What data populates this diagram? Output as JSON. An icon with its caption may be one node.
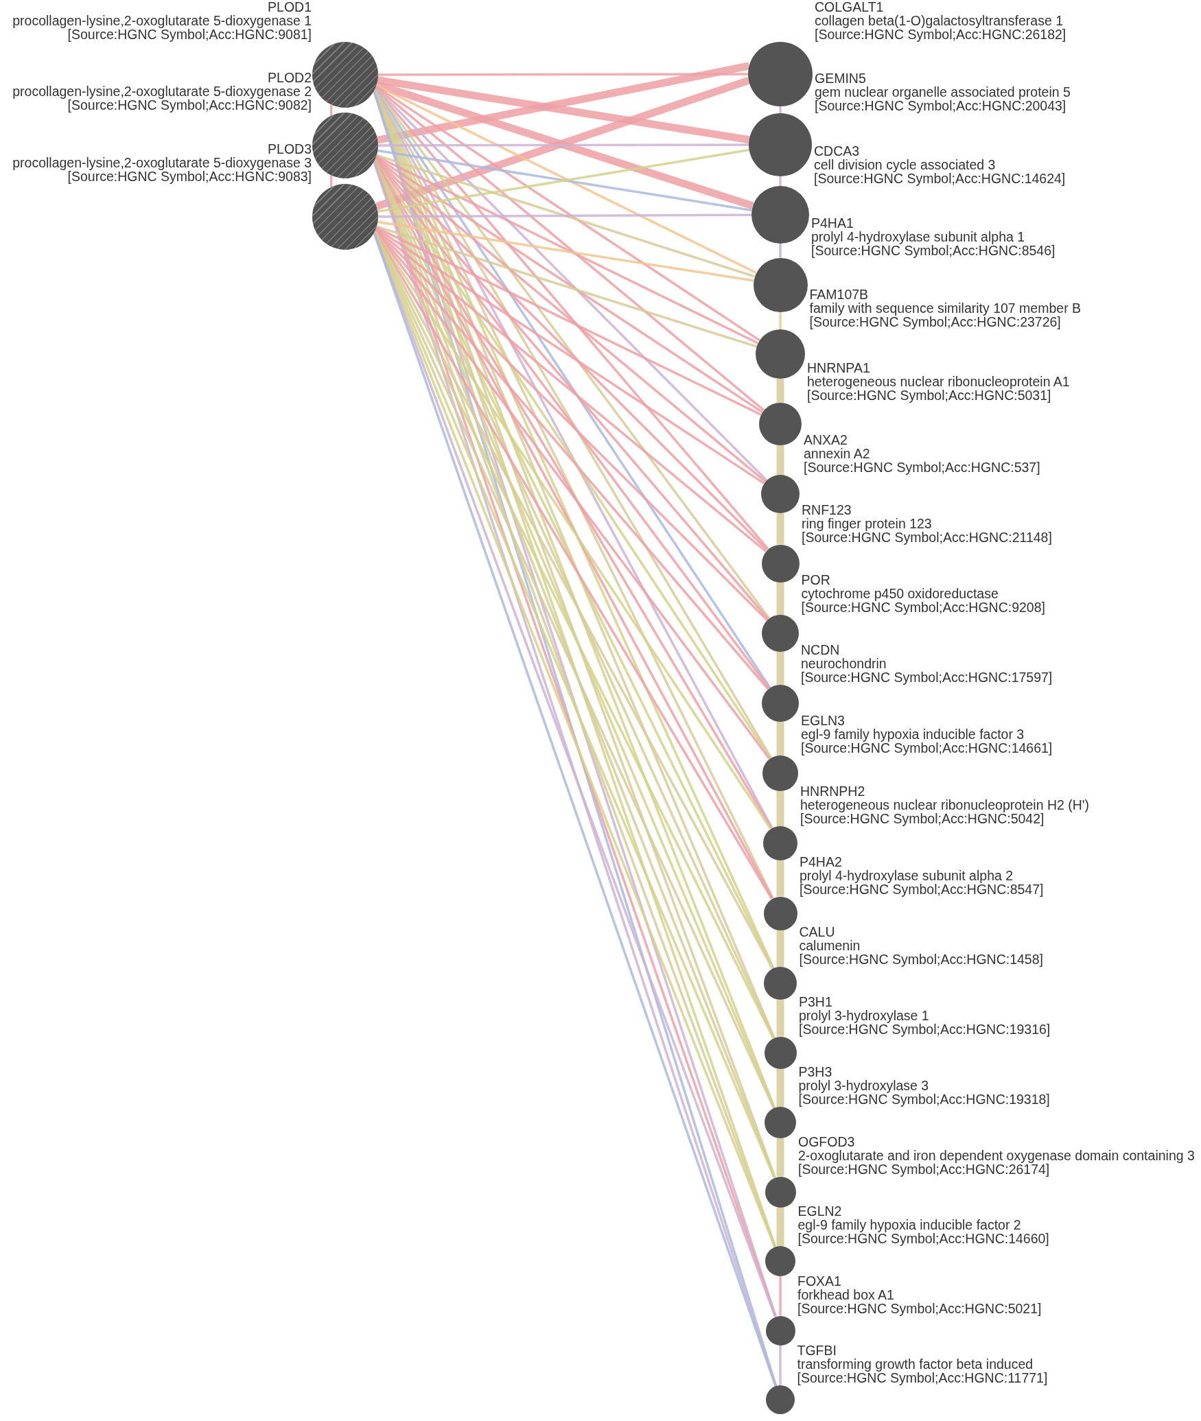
{
  "diagram": {
    "nodes": [
      {
        "text": [
          "PLOD1",
          "procollagen-lysine,2-oxoglutarate 5-dioxygenase 1",
          "[Source:HGNC Symbol;Acc:HGNC:9081]"
        ]
      },
      {
        "text": [
          "PLOD2",
          "procollagen-lysine,2-oxoglutarate 5-dioxygenase 2",
          "[Source:HGNC Symbol;Acc:HGNC:9082]"
        ]
      },
      {
        "text": [
          "PLOD3",
          "procollagen-lysine,2-oxoglutarate 5-dioxygenase 3",
          "[Source:HGNC Symbol;Acc:HGNC:9083]"
        ]
      },
      {
        "text": [
          "COLGALT1",
          "collagen beta(1-O)galactosyltransferase 1",
          "[Source:HGNC Symbol;Acc:HGNC:26182]"
        ]
      },
      {
        "text": [
          "GEMIN5",
          "gem nuclear organelle associated protein 5",
          "[Source:HGNC Symbol;Acc:HGNC:20043]"
        ]
      },
      {
        "text": [
          "CDCA3",
          "cell division cycle associated 3",
          "[Source:HGNC Symbol;Acc:HGNC:14624]"
        ]
      },
      {
        "text": [
          "P4HA1",
          "prolyl 4-hydroxylase subunit alpha 1",
          "[Source:HGNC Symbol;Acc:HGNC:8546]"
        ]
      },
      {
        "text": [
          "FAM107B",
          "family with sequence similarity 107 member B",
          "[Source:HGNC Symbol;Acc:HGNC:23726]"
        ]
      },
      {
        "text": [
          "HNRNPA1",
          "heterogeneous nuclear ribonucleoprotein A1",
          "[Source:HGNC Symbol;Acc:HGNC:5031]"
        ]
      },
      {
        "text": [
          "ANXA2",
          "annexin A2",
          "[Source:HGNC Symbol;Acc:HGNC:537]"
        ]
      },
      {
        "text": [
          "RNF123",
          "ring finger protein 123",
          "[Source:HGNC Symbol;Acc:HGNC:21148]"
        ]
      },
      {
        "text": [
          "POR",
          "cytochrome p450 oxidoreductase",
          "[Source:HGNC Symbol;Acc:HGNC:9208]"
        ]
      },
      {
        "text": [
          "NCDN",
          "neurochondrin",
          "[Source:HGNC Symbol;Acc:HGNC:17597]"
        ]
      },
      {
        "text": [
          "EGLN3",
          "egl-9 family hypoxia inducible factor 3",
          "[Source:HGNC Symbol;Acc:HGNC:14661]"
        ]
      },
      {
        "text": [
          "HNRNPH2",
          "heterogeneous nuclear ribonucleoprotein H2 (H')",
          "[Source:HGNC Symbol;Acc:HGNC:5042]"
        ]
      },
      {
        "text": [
          "P4HA2",
          "prolyl 4-hydroxylase subunit alpha 2",
          "[Source:HGNC Symbol;Acc:HGNC:8547]"
        ]
      },
      {
        "text": [
          "CALU",
          "calumenin",
          "[Source:HGNC Symbol;Acc:HGNC:1458]"
        ]
      },
      {
        "text": [
          "P3H1",
          "prolyl 3-hydroxylase 1",
          "[Source:HGNC Symbol;Acc:HGNC:19316]"
        ]
      },
      {
        "text": [
          "P3H3",
          "prolyl 3-hydroxylase 3",
          "[Source:HGNC Symbol;Acc:HGNC:19318]"
        ]
      },
      {
        "text": [
          "OGFOD3",
          "2-oxoglutarate and iron dependent oxygenase domain containing 3",
          "[Source:HGNC Symbol;Acc:HGNC:26174]"
        ]
      },
      {
        "text": [
          "EGLN2",
          "egl-9 family hypoxia inducible factor 2",
          "[Source:HGNC Symbol;Acc:HGNC:14660]"
        ]
      },
      {
        "text": [
          "FOXA1",
          "forkhead box A1",
          "[Source:HGNC Symbol;Acc:HGNC:5021]"
        ]
      },
      {
        "text": [
          "TGFBI",
          "transforming growth factor beta induced",
          "[Source:HGNC Symbol;Acc:HGNC:11771]"
        ]
      }
    ],
    "edges": [
      {
        "from": 0,
        "to": 3,
        "arrow": "none"
      },
      {
        "from": 0,
        "to": 4,
        "arrow": "none",
        "style": "thick"
      },
      {
        "from": 0,
        "to": 5,
        "arrow": "none",
        "style": "thick"
      },
      {
        "from": 0,
        "to": 6,
        "arrow": "none",
        "color": "#f3c48f"
      },
      {
        "from": 0,
        "to": 7,
        "arrow": "none"
      },
      {
        "from": 0,
        "to": 8,
        "arrow": "none"
      },
      {
        "from": 0,
        "to": 9,
        "arrow": "none",
        "color": "#cdb3d4"
      },
      {
        "from": 0,
        "to": 10,
        "arrow": "none"
      },
      {
        "from": 0,
        "to": 11,
        "arrow": "none",
        "color": "#d6cb99"
      },
      {
        "from": 0,
        "to": 12,
        "arrow": "none",
        "color": "#aab8de"
      },
      {
        "from": 0,
        "to": 13,
        "arrow": "none",
        "color": "#d6cb99"
      },
      {
        "from": 0,
        "to": 14,
        "arrow": "none",
        "color": "#cdb3d4"
      },
      {
        "from": 0,
        "to": 15,
        "arrow": "none",
        "color": "#d6cb99"
      },
      {
        "from": 0,
        "to": 16,
        "arrow": "none",
        "color": "#d3d18c"
      },
      {
        "from": 0,
        "to": 17,
        "arrow": "none",
        "color": "#d6cb99"
      },
      {
        "from": 0,
        "to": 18,
        "arrow": "none",
        "color": "#d3d18c"
      },
      {
        "from": 0,
        "to": 19,
        "arrow": "none",
        "color": "#d6cb99"
      },
      {
        "from": 0,
        "to": 20,
        "arrow": "none",
        "color": "#d3d18c"
      },
      {
        "from": 0,
        "to": 21,
        "arrow": "none",
        "color": "#cdb3d4"
      },
      {
        "from": 0,
        "to": 22,
        "arrow": "none",
        "color": "#aab8de"
      },
      {
        "from": 1,
        "to": 3,
        "arrow": "none",
        "style": "thick"
      },
      {
        "from": 1,
        "to": 4,
        "arrow": "none",
        "color": "#cdb3d4"
      },
      {
        "from": 1,
        "to": 5,
        "arrow": "none",
        "color": "#aab8de"
      },
      {
        "from": 1,
        "to": 6,
        "arrow": "none",
        "color": "#d6cb99"
      },
      {
        "from": 1,
        "to": 7,
        "arrow": "none"
      },
      {
        "from": 1,
        "to": 8,
        "arrow": "none"
      },
      {
        "from": 1,
        "to": 9,
        "arrow": "none"
      },
      {
        "from": 1,
        "to": 10,
        "arrow": "none"
      },
      {
        "from": 1,
        "to": 11,
        "arrow": "none"
      },
      {
        "from": 1,
        "to": 12,
        "arrow": "none"
      },
      {
        "from": 1,
        "to": 13,
        "arrow": "none",
        "color": "#d3d18c"
      },
      {
        "from": 1,
        "to": 14,
        "arrow": "none"
      },
      {
        "from": 1,
        "to": 15,
        "arrow": "none"
      },
      {
        "from": 1,
        "to": 16,
        "arrow": "none",
        "color": "#d3d18c"
      },
      {
        "from": 1,
        "to": 17,
        "arrow": "none",
        "color": "#d6cb99"
      },
      {
        "from": 1,
        "to": 18,
        "arrow": "none",
        "color": "#d3d18c"
      },
      {
        "from": 1,
        "to": 19,
        "arrow": "none",
        "color": "#d6cb99"
      },
      {
        "from": 1,
        "to": 20,
        "arrow": "none",
        "color": "#d6cb99"
      },
      {
        "from": 1,
        "to": 21,
        "arrow": "none"
      },
      {
        "from": 1,
        "to": 22,
        "arrow": "none",
        "color": "#cdb3d4"
      },
      {
        "from": 2,
        "to": 3,
        "arrow": "none",
        "style": "thick"
      },
      {
        "from": 2,
        "to": 4,
        "arrow": "none",
        "color": "#d3d18c"
      },
      {
        "from": 2,
        "to": 5,
        "arrow": "none",
        "color": "#cdb3d4"
      },
      {
        "from": 2,
        "to": 6,
        "arrow": "none",
        "color": "#f3c48f"
      },
      {
        "from": 2,
        "to": 7,
        "arrow": "none",
        "color": "#d6cb99"
      },
      {
        "from": 2,
        "to": 8,
        "arrow": "none"
      },
      {
        "from": 2,
        "to": 9,
        "arrow": "none"
      },
      {
        "from": 2,
        "to": 10,
        "arrow": "none"
      },
      {
        "from": 2,
        "to": 11,
        "arrow": "none"
      },
      {
        "from": 2,
        "to": 12,
        "arrow": "none"
      },
      {
        "from": 2,
        "to": 13,
        "arrow": "none"
      },
      {
        "from": 2,
        "to": 14,
        "arrow": "none",
        "color": "#d3d18c"
      },
      {
        "from": 2,
        "to": 15,
        "arrow": "none"
      },
      {
        "from": 2,
        "to": 16,
        "arrow": "none",
        "color": "#d6cb99"
      },
      {
        "from": 2,
        "to": 17,
        "arrow": "none",
        "color": "#d3d18c"
      },
      {
        "from": 2,
        "to": 18,
        "arrow": "none",
        "color": "#d6cb99"
      },
      {
        "from": 2,
        "to": 19,
        "arrow": "none",
        "color": "#d3d18c"
      },
      {
        "from": 2,
        "to": 20,
        "arrow": "none",
        "color": "#d3d18c"
      },
      {
        "from": 2,
        "to": 21,
        "arrow": "none",
        "color": "#cdb3d4"
      },
      {
        "from": 2,
        "to": 22,
        "arrow": "none",
        "color": "#aab8de"
      },
      {
        "from": 0,
        "to": 1,
        "arrow": "none"
      },
      {
        "from": 1,
        "to": 2,
        "arrow": "none"
      },
      {
        "from": 3,
        "to": 4,
        "arrow": "none",
        "color": "#cdb3d4"
      },
      {
        "from": 4,
        "to": 5,
        "arrow": "none",
        "color": "#cdb3d4"
      },
      {
        "from": 5,
        "to": 6,
        "arrow": "none",
        "color": "#aab8de"
      },
      {
        "from": 6,
        "to": 7,
        "arrow": "none",
        "color": "#f3c48f"
      },
      {
        "from": 7,
        "to": 8,
        "arrow": "none",
        "style": "thick",
        "color": "#d6cb99"
      },
      {
        "from": 8,
        "to": 9,
        "arrow": "none",
        "style": "thick",
        "color": "#d6cb99"
      },
      {
        "from": 9,
        "to": 10,
        "arrow": "none",
        "style": "thick",
        "color": "#d6cb99"
      },
      {
        "from": 10,
        "to": 11,
        "arrow": "none",
        "style": "thick",
        "color": "#d6cb99"
      },
      {
        "from": 11,
        "to": 12,
        "arrow": "none",
        "style": "thick",
        "color": "#d6cb99"
      },
      {
        "from": 12,
        "to": 13,
        "arrow": "none",
        "style": "thick",
        "color": "#d6cb99"
      },
      {
        "from": 13,
        "to": 14,
        "arrow": "none",
        "style": "thick",
        "color": "#d6cb99"
      },
      {
        "from": 14,
        "to": 15,
        "arrow": "none",
        "style": "thick",
        "color": "#d6cb99"
      },
      {
        "from": 15,
        "to": 16,
        "arrow": "none",
        "style": "thick",
        "color": "#d6cb99"
      },
      {
        "from": 16,
        "to": 17,
        "arrow": "none",
        "style": "thick",
        "color": "#d6cb99"
      },
      {
        "from": 17,
        "to": 18,
        "arrow": "none",
        "style": "thick",
        "color": "#d6cb99"
      },
      {
        "from": 18,
        "to": 19,
        "arrow": "none",
        "style": "thick",
        "color": "#d6cb99"
      },
      {
        "from": 19,
        "to": 20,
        "arrow": "none",
        "style": "thick",
        "color": "#d6cb99"
      },
      {
        "from": 20,
        "to": 21,
        "arrow": "none"
      },
      {
        "from": 21,
        "to": 22,
        "arrow": "none",
        "color": "#cdb3d4"
      }
    ]
  }
}
